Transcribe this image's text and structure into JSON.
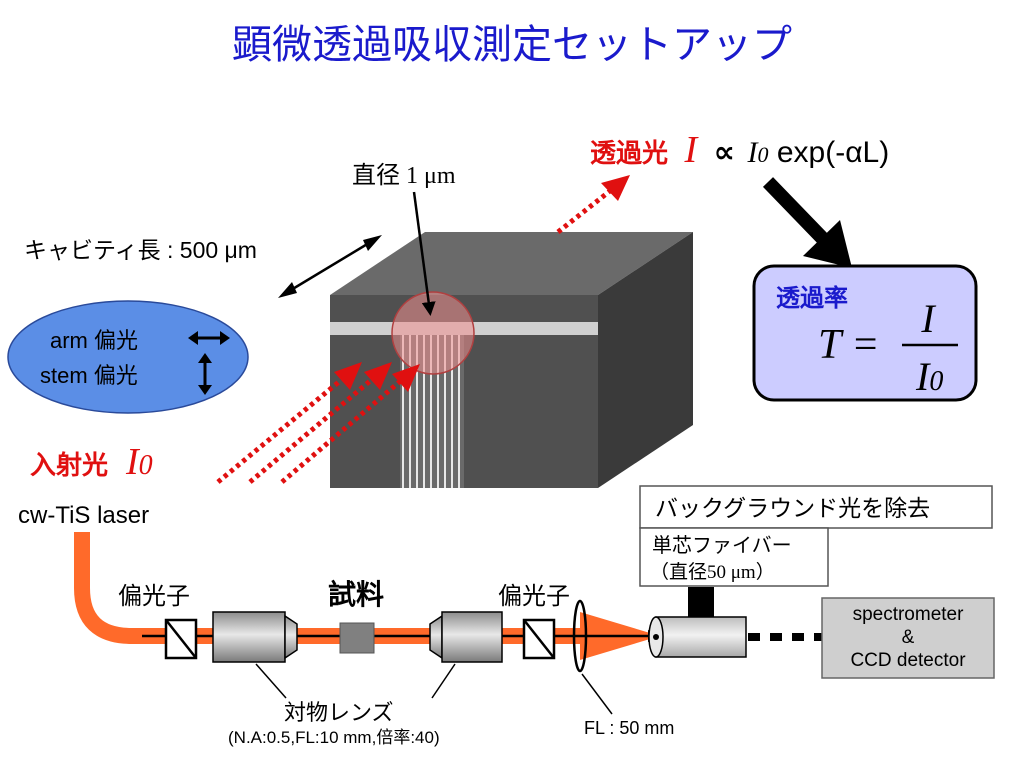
{
  "slide": {
    "title": "顕微透過吸収測定セットアップ"
  },
  "labels": {
    "diameter_prefix": "直径",
    "diameter_value": "1 μm",
    "cavity_length": "キャビティ長 : 500 μm",
    "transmitted_prefix": "透過光",
    "transmitted_I": "I",
    "prop_symbol": "∝",
    "transmitted_I0_base": "I",
    "transmitted_I0_sub": "0",
    "transmitted_exp": " exp(-αL)",
    "polarization_arm": "arm 偏光",
    "polarization_stem": "stem 偏光",
    "incident_prefix": "入射光",
    "incident_I": "I",
    "incident_I_sub": "0",
    "laser": "cw-TiS laser",
    "polarizer_left": "偏光子",
    "polarizer_right": "偏光子",
    "sample": "試料",
    "objective_lens": "対物レンズ",
    "objective_specs": "(N.A:0.5,FL:10 mm,倍率:40)",
    "focal_length": "FL : 50 mm",
    "background_removal": "バックグラウンド光を除去",
    "fiber_name": "単芯ファイバー",
    "fiber_diameter": "（直径50 μm）",
    "spectrometer_line1": "spectrometer",
    "spectrometer_line2": "&",
    "spectrometer_line3": "CCD detector"
  },
  "transmittance_box": {
    "heading": "透過率",
    "lhs": "T =",
    "numerator": "I",
    "denominator_base": "I",
    "denominator_sub": "0"
  },
  "colors": {
    "title_blue": "#1a1acc",
    "red": "#e01010",
    "beam_orange": "#ff6a2a",
    "box_fill": "#ccccff",
    "ellipse_fill": "#5b8ee6",
    "cube_front": "#505050",
    "cube_side": "#3a3a3a",
    "cube_top": "#6a6a6a"
  }
}
